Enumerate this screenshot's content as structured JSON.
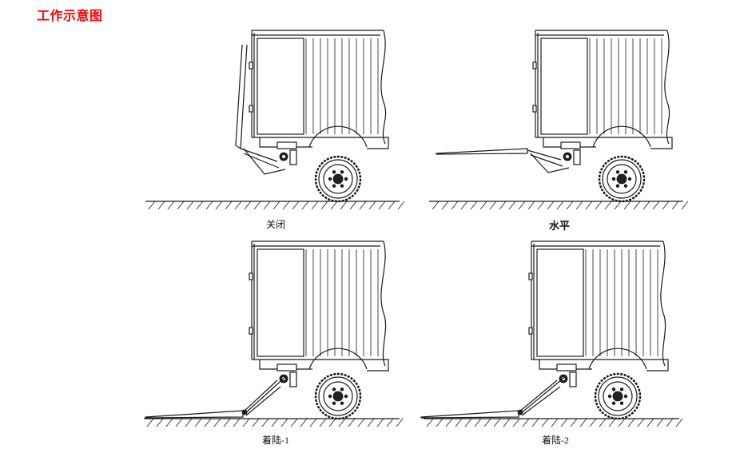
{
  "title": "工作示意图",
  "panels": [
    {
      "id": "closed",
      "caption": "关闭",
      "state": "closed"
    },
    {
      "id": "level",
      "caption": "水平",
      "state": "level"
    },
    {
      "id": "landing1",
      "caption": "着陆-1",
      "state": "landing1"
    },
    {
      "id": "landing2",
      "caption": "着陆-2",
      "state": "landing2"
    }
  ],
  "colors": {
    "title": "#ff0000",
    "line": "#1a1a1a"
  }
}
